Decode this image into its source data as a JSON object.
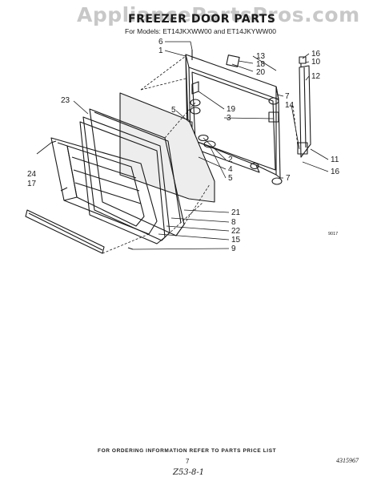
{
  "header": {
    "watermark": "AppliancePartsPros.com",
    "title": "FREEZER DOOR PARTS",
    "subtitle": "For Models: ET14JKXWW00 and ET14JKYWW00"
  },
  "callouts": [
    {
      "id": "c6",
      "label": "6"
    },
    {
      "id": "c1",
      "label": "1"
    },
    {
      "id": "c13",
      "label": "13"
    },
    {
      "id": "c18",
      "label": "18"
    },
    {
      "id": "c20",
      "label": "20"
    },
    {
      "id": "c16a",
      "label": "16"
    },
    {
      "id": "c10",
      "label": "10"
    },
    {
      "id": "c12",
      "label": "12"
    },
    {
      "id": "c7a",
      "label": "7"
    },
    {
      "id": "c14",
      "label": "14"
    },
    {
      "id": "c23",
      "label": "23"
    },
    {
      "id": "c5a",
      "label": "5"
    },
    {
      "id": "c19",
      "label": "19"
    },
    {
      "id": "c3",
      "label": "3"
    },
    {
      "id": "c2",
      "label": "2"
    },
    {
      "id": "c4",
      "label": "4"
    },
    {
      "id": "c5b",
      "label": "5"
    },
    {
      "id": "c11",
      "label": "11"
    },
    {
      "id": "c16b",
      "label": "16"
    },
    {
      "id": "c7b",
      "label": "7"
    },
    {
      "id": "c24",
      "label": "24"
    },
    {
      "id": "c17",
      "label": "17"
    },
    {
      "id": "c21",
      "label": "21"
    },
    {
      "id": "c8",
      "label": "8"
    },
    {
      "id": "c22",
      "label": "22"
    },
    {
      "id": "c15",
      "label": "15"
    },
    {
      "id": "c9",
      "label": "9"
    }
  ],
  "figure_code": "9017",
  "footer": {
    "ordering_info": "FOR ORDERING INFORMATION REFER TO PARTS PRICE LIST",
    "page_number": "7",
    "document_number": "4315967",
    "handwritten_note": "Z53-8-1"
  }
}
